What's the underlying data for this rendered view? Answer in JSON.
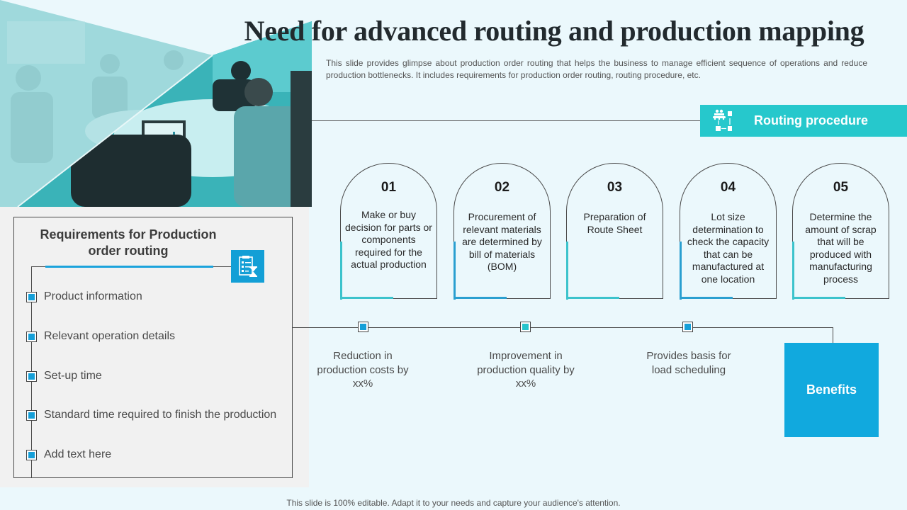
{
  "slide": {
    "title": "Need for advanced routing and production mapping",
    "subtitle": "This slide provides glimpse about production order routing that helps the business to manage efficient sequence of operations and reduce production bottlenecks. It includes requirements for production order routing, routing procedure, etc.",
    "footer": "This slide is 100% editable. Adapt it to your needs and capture your audience's attention."
  },
  "routing": {
    "label": "Routing procedure",
    "icon": "conveyor-workflow-icon",
    "color": "#26c8cc",
    "steps": [
      {
        "num": "01",
        "text": "Make or buy decision for parts or components required for the actual production",
        "accent": "#3cc3cc"
      },
      {
        "num": "02",
        "text": "Procurement of relevant materials are determined by bill of materials (BOM)",
        "accent": "#2a9fd0"
      },
      {
        "num": "03",
        "text": "Preparation of Route Sheet",
        "accent": "#3cc3cc"
      },
      {
        "num": "04",
        "text": "Lot size determination to check the capacity that can be manufactured at one location",
        "accent": "#2a9fd0"
      },
      {
        "num": "05",
        "text": "Determine the amount of scrap that will be produced with manufacturing process",
        "accent": "#3cc3cc"
      }
    ]
  },
  "requirements": {
    "title": "Requirements for Production order routing",
    "icon": "checklist-hourglass-icon",
    "items": [
      "Product information",
      "Relevant operation details",
      "Set-up time",
      "Standard time required to finish the production",
      "Add text here"
    ]
  },
  "benefits": {
    "label": "Benefits",
    "color": "#11a9de",
    "items": [
      "Reduction in production costs by xx%",
      "Improvement in production quality by xx%",
      "Provides basis for load scheduling"
    ]
  },
  "colors": {
    "background": "#ebf8fc",
    "accent_teal": "#26c8cc",
    "accent_blue": "#11a9de",
    "panel": "#f1f1f1"
  }
}
